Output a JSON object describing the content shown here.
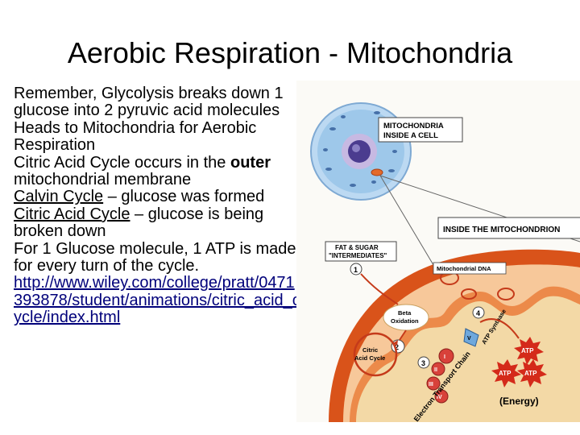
{
  "slide": {
    "title": "Aerobic Respiration - Mitochondria",
    "paragraphs": [
      {
        "text": "Remember, Glycolysis breaks down 1 glucose into 2 pyruvic acid molecules"
      },
      {
        "text": "Heads to Mitochondria for Aerobic Respiration"
      },
      {
        "pre": "Citric Acid Cycle occurs in the ",
        "bold": "outer",
        "post": " mitochondrial membrane"
      },
      {
        "u": "Calvin Cycle",
        "rest": " – glucose was formed"
      },
      {
        "u": "Citric Acid Cycle",
        "rest": " – glucose is being broken down"
      },
      {
        "text": "For 1 Glucose molecule, 1 ATP is made for every turn of the cycle."
      }
    ],
    "link": "http://www.wiley.com/college/pratt/0471393878/student/animations/citric_acid_cycle/index.html"
  },
  "figure": {
    "labels": {
      "mito_in_cell_1": "MITOCHONDRIA",
      "mito_in_cell_2": "INSIDE A CELL",
      "inside": "INSIDE THE MITOCHONDRION",
      "fat_sugar_1": "FAT & SUGAR",
      "fat_sugar_2": "\"INTERMEDIATES\"",
      "dna": "Mitochondrial DNA",
      "beta_1": "Beta",
      "beta_2": "Oxidation",
      "citric_1": "Citric",
      "citric_2": "Acid Cycle",
      "etc": "Electron Transport Chain",
      "atp_synthase": "ATP Synthase",
      "energy": "(Energy)",
      "atp": "ATP",
      "n1": "1",
      "n2": "2",
      "n3": "3",
      "n4": "4",
      "roman1": "I",
      "roman2": "II",
      "roman3": "III",
      "roman4": "IV",
      "roman5": "V"
    },
    "colors": {
      "outer_membrane": "#d9531a",
      "inner_fill": "#f3d9a6",
      "cell_blue": "#9ec8ea",
      "nucleus": "#4b3c8f",
      "atp_burst": "#d42a1a"
    }
  }
}
